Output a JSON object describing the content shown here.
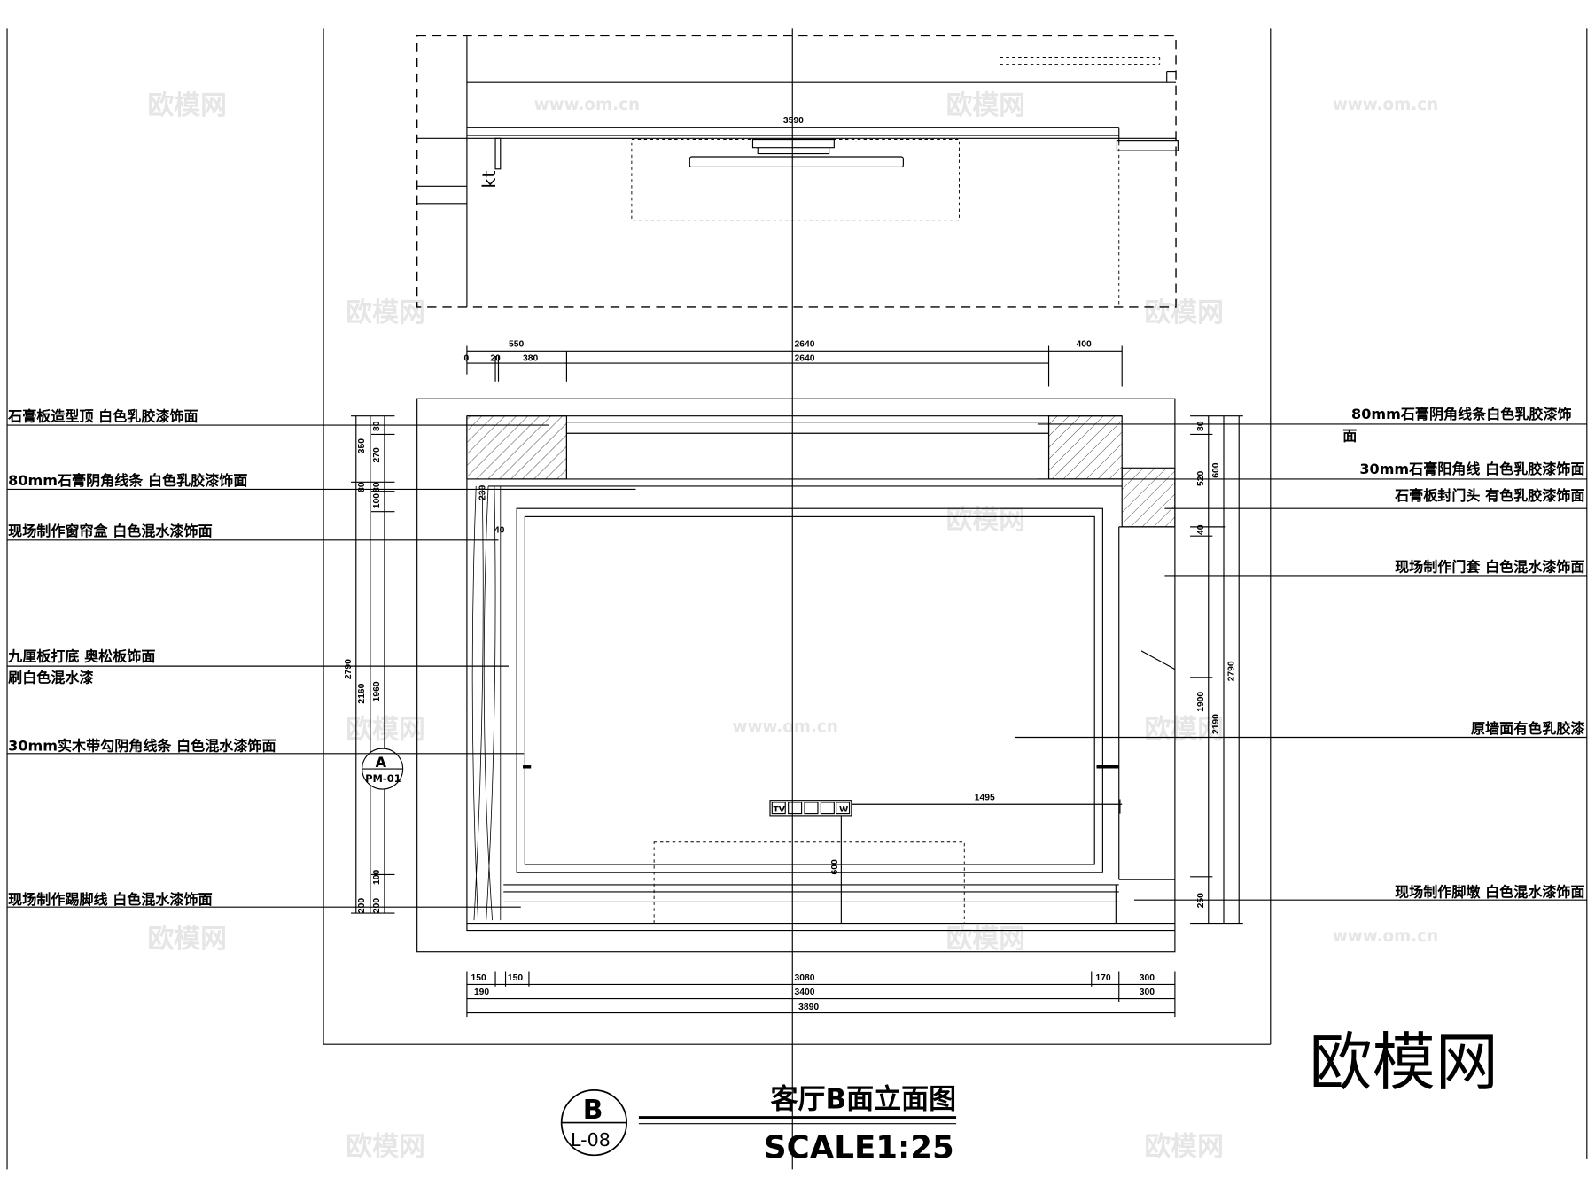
{
  "drawing": {
    "title": "客厅B面立面图",
    "scale": "SCALE1:25",
    "section_marker": {
      "letter": "B",
      "sheet": "L-08"
    },
    "detail_marker": {
      "letter": "A",
      "ref": "PM-01"
    },
    "plan_tag": "kt",
    "watermark": "欧模网",
    "watermark_url": "www.om.cn"
  },
  "left_labels": [
    "石膏板造型顶 白色乳胶漆饰面",
    "80mm石膏阴角线条 白色乳胶漆饰面",
    "现场制作窗帘盒 白色混水漆饰面",
    "九厘板打底 奥松板饰面",
    "刷白色混水漆",
    "30mm实木带勾阴角线条 白色混水漆饰面",
    "现场制作踢脚线 白色混水漆饰面"
  ],
  "right_labels": [
    "80mm石膏阴角线条白色乳胶漆饰",
    "面",
    "30mm石膏阳角线 白色乳胶漆饰面",
    "石膏板封门头 有色乳胶漆饰面",
    "现场制作门套 白色混水漆饰面",
    "原墙面有色乳胶漆",
    "现场制作脚墩 白色混水漆饰面"
  ],
  "dims": {
    "plan_width": "3590",
    "top_row1": [
      "550",
      "2640",
      "400"
    ],
    "top_row2": [
      "0",
      "20",
      "380",
      "2640"
    ],
    "bottom_row1": [
      "150",
      "150",
      "3080",
      "170",
      "300"
    ],
    "bottom_row2": [
      "190",
      "3400",
      "300"
    ],
    "bottom_row3": "3890",
    "left_outer": [
      "350",
      "80",
      "2790",
      "200"
    ],
    "left_mid": [
      "2160"
    ],
    "left_inner": [
      "80",
      "270",
      "80",
      "100",
      "1960",
      "100",
      "200"
    ],
    "right_inner": [
      "80",
      "520",
      "40",
      "1900",
      "250"
    ],
    "right_mid": [
      "600",
      "2190"
    ],
    "right_outer": [
      "2790"
    ],
    "curtain": [
      "230",
      "40"
    ],
    "socket_offset": "1495",
    "socket_height": "600"
  },
  "socket_panel": [
    "TV",
    "W"
  ]
}
